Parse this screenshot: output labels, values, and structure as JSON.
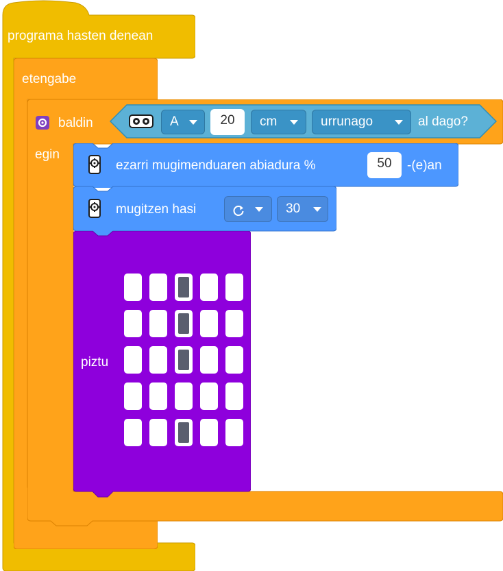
{
  "hat": {
    "label": "programa hasten denean",
    "color": "#f0bd00"
  },
  "forever": {
    "label": "etengabe",
    "color": "#ffa31a"
  },
  "if_block": {
    "label_if": "baldin",
    "label_do": "egin",
    "condition": {
      "port": "A",
      "distance": "20",
      "unit": "cm",
      "comparison": "urrunago",
      "suffix": "al dago?"
    }
  },
  "set_speed": {
    "label": "ezarri mugimenduaren abiadura %",
    "value": "50",
    "suffix": "-(e)an"
  },
  "start_move": {
    "label": "mugitzen hasi",
    "direction_icon": "rotate-clockwise-icon",
    "value": "30"
  },
  "led_display": {
    "label": "piztu",
    "color": "#8e00dc",
    "matrix": [
      [
        0,
        0,
        1,
        0,
        0
      ],
      [
        0,
        0,
        1,
        0,
        0
      ],
      [
        0,
        0,
        1,
        0,
        0
      ],
      [
        0,
        0,
        0,
        0,
        0
      ],
      [
        0,
        0,
        1,
        0,
        0
      ]
    ]
  },
  "colors": {
    "motion_blue": "#4c97ff",
    "sensor_teal": "#5cb1d6",
    "led_off": "#ffffff",
    "led_on": "#5a5f6e"
  }
}
